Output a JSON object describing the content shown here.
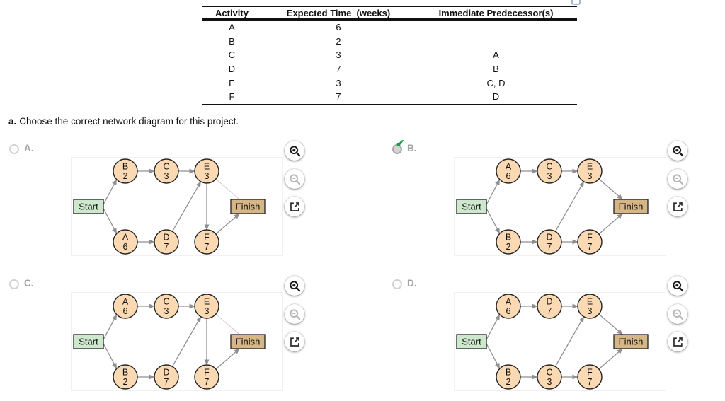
{
  "table": {
    "headers": [
      "Activity",
      "Expected Time  (weeks)",
      "Immediate Predecessor(s)"
    ],
    "rows": [
      {
        "activity": "A",
        "time": "6",
        "pred": "—"
      },
      {
        "activity": "B",
        "time": "2",
        "pred": "—"
      },
      {
        "activity": "C",
        "time": "3",
        "pred": "A"
      },
      {
        "activity": "D",
        "time": "7",
        "pred": "B"
      },
      {
        "activity": "E",
        "time": "3",
        "pred": "C, D"
      },
      {
        "activity": "F",
        "time": "7",
        "pred": "D"
      }
    ]
  },
  "question": {
    "prefix": "a.",
    "text": "Choose the correct network diagram for this project."
  },
  "icons": {
    "check": "✔",
    "zoom_in": "zoom-in",
    "zoom_out": "zoom-out",
    "expand": "open-in-new-window"
  },
  "colors": {
    "node_fill": "#fbd9b2",
    "node_stroke": "#222222",
    "start_fill": "#cde8cc",
    "finish_fill": "#d6b586",
    "box_stroke": "#222222",
    "edge": "#8f8f8f",
    "edge_faint": "#cccccc",
    "text": "#111111",
    "check_green": "#169a3c"
  },
  "options": [
    {
      "label": "A.",
      "selected": false,
      "diagram": {
        "start": "Start",
        "finish": "Finish",
        "nodes": {
          "t1": {
            "letter": "B",
            "value": "2"
          },
          "t2": {
            "letter": "C",
            "value": "3"
          },
          "t3": {
            "letter": "E",
            "value": "3"
          },
          "b1": {
            "letter": "A",
            "value": "6"
          },
          "b2": {
            "letter": "D",
            "value": "7"
          },
          "b3": {
            "letter": "F",
            "value": "7"
          }
        },
        "edges": [
          {
            "from": "start",
            "to": "t1"
          },
          {
            "from": "start",
            "to": "b1"
          },
          {
            "from": "t1",
            "to": "t2"
          },
          {
            "from": "t2",
            "to": "t3"
          },
          {
            "from": "b1",
            "to": "b2"
          },
          {
            "from": "b2",
            "to": "t3"
          },
          {
            "from": "t3",
            "to": "b3"
          },
          {
            "from": "b3",
            "to": "finish"
          },
          {
            "from": "t3",
            "to": "finish",
            "faint": true
          }
        ]
      }
    },
    {
      "label": "B.",
      "selected": true,
      "diagram": {
        "start": "Start",
        "finish": "Finish",
        "nodes": {
          "t1": {
            "letter": "A",
            "value": "6"
          },
          "t2": {
            "letter": "C",
            "value": "3"
          },
          "t3": {
            "letter": "E",
            "value": "3"
          },
          "b1": {
            "letter": "B",
            "value": "2"
          },
          "b2": {
            "letter": "D",
            "value": "7"
          },
          "b3": {
            "letter": "F",
            "value": "7"
          }
        },
        "edges": [
          {
            "from": "start",
            "to": "t1"
          },
          {
            "from": "start",
            "to": "b1"
          },
          {
            "from": "t1",
            "to": "t2"
          },
          {
            "from": "t2",
            "to": "t3"
          },
          {
            "from": "b1",
            "to": "b2"
          },
          {
            "from": "b2",
            "to": "b3"
          },
          {
            "from": "b2",
            "to": "t3"
          },
          {
            "from": "t3",
            "to": "finish"
          },
          {
            "from": "b3",
            "to": "finish"
          }
        ]
      }
    },
    {
      "label": "C.",
      "selected": false,
      "diagram": {
        "start": "Start",
        "finish": "Finish",
        "nodes": {
          "t1": {
            "letter": "A",
            "value": "6"
          },
          "t2": {
            "letter": "C",
            "value": "3"
          },
          "t3": {
            "letter": "E",
            "value": "3"
          },
          "b1": {
            "letter": "B",
            "value": "2"
          },
          "b2": {
            "letter": "D",
            "value": "7"
          },
          "b3": {
            "letter": "F",
            "value": "7"
          }
        },
        "edges": [
          {
            "from": "start",
            "to": "t1"
          },
          {
            "from": "start",
            "to": "b1"
          },
          {
            "from": "t1",
            "to": "t2"
          },
          {
            "from": "t2",
            "to": "t3"
          },
          {
            "from": "b1",
            "to": "b2"
          },
          {
            "from": "b2",
            "to": "t3"
          },
          {
            "from": "t3",
            "to": "b3"
          },
          {
            "from": "b3",
            "to": "finish"
          },
          {
            "from": "t3",
            "to": "finish",
            "faint": true
          }
        ]
      }
    },
    {
      "label": "D.",
      "selected": false,
      "diagram": {
        "start": "Start",
        "finish": "Finish",
        "nodes": {
          "t1": {
            "letter": "A",
            "value": "6"
          },
          "t2": {
            "letter": "D",
            "value": "7"
          },
          "t3": {
            "letter": "E",
            "value": "3"
          },
          "b1": {
            "letter": "B",
            "value": "2"
          },
          "b2": {
            "letter": "C",
            "value": "3"
          },
          "b3": {
            "letter": "F",
            "value": "7"
          }
        },
        "edges": [
          {
            "from": "start",
            "to": "t1"
          },
          {
            "from": "start",
            "to": "b1"
          },
          {
            "from": "t1",
            "to": "t2"
          },
          {
            "from": "t2",
            "to": "t3"
          },
          {
            "from": "b1",
            "to": "b2"
          },
          {
            "from": "b2",
            "to": "b3"
          },
          {
            "from": "b2",
            "to": "t3"
          },
          {
            "from": "t3",
            "to": "finish"
          },
          {
            "from": "b3",
            "to": "finish"
          }
        ]
      }
    }
  ]
}
